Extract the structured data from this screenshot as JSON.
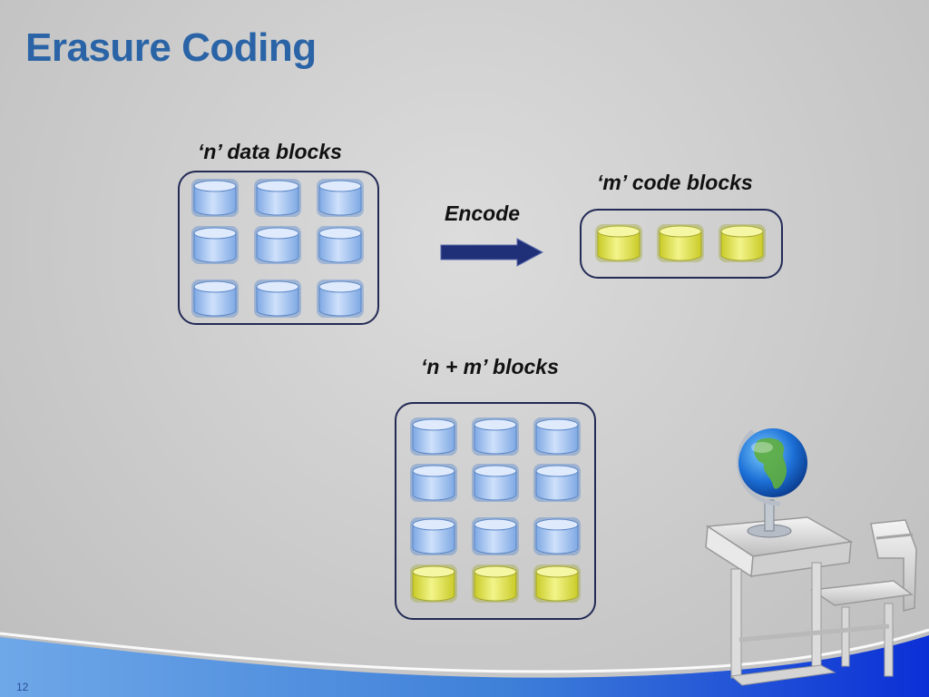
{
  "slide": {
    "title": "Erasure Coding",
    "page_number": "12"
  },
  "data_group": {
    "caption": "‘n’ data blocks",
    "block_color": "blue",
    "block_count": 9
  },
  "encode": {
    "label": "Encode"
  },
  "code_group": {
    "caption": "‘m’ code blocks",
    "block_color": "yellow",
    "block_count": 3
  },
  "combined_group": {
    "caption": "‘n + m’ blocks",
    "blue_count": 9,
    "yellow_count": 3
  },
  "colors": {
    "title": "#2a64a6",
    "group_border": "#222a55",
    "data_block": "#a9c8f2",
    "code_block": "#e6e84a",
    "arrow": "#1f2f78"
  },
  "icons": [
    "database-block-icon",
    "right-arrow-icon",
    "globe-icon",
    "school-desk-icon"
  ]
}
